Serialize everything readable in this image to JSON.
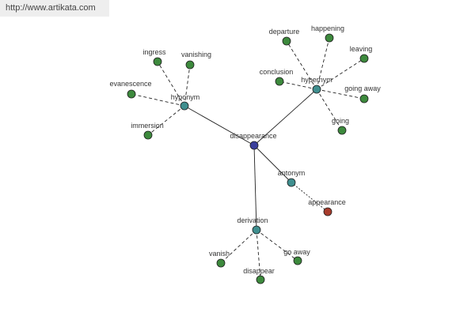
{
  "source_url": "http://www.artikata.com",
  "colors": {
    "center": "#3a3f9c",
    "category": "#3f8f8f",
    "leaf": "#3d8a3d",
    "antonym_leaf": "#a83c2c",
    "edge": "#222222"
  },
  "graph": {
    "center": "disappearance",
    "categories": [
      {
        "label": "hyponym",
        "leaves": [
          "ingress",
          "vanishing",
          "evanescence",
          "immersion"
        ]
      },
      {
        "label": "hypernym",
        "leaves": [
          "departure",
          "happening",
          "leaving",
          "conclusion",
          "going away",
          "going"
        ]
      },
      {
        "label": "antonym",
        "leaves": [
          "appearance"
        ]
      },
      {
        "label": "derivation",
        "leaves": [
          "vanish",
          "disappear",
          "go away"
        ]
      }
    ]
  }
}
